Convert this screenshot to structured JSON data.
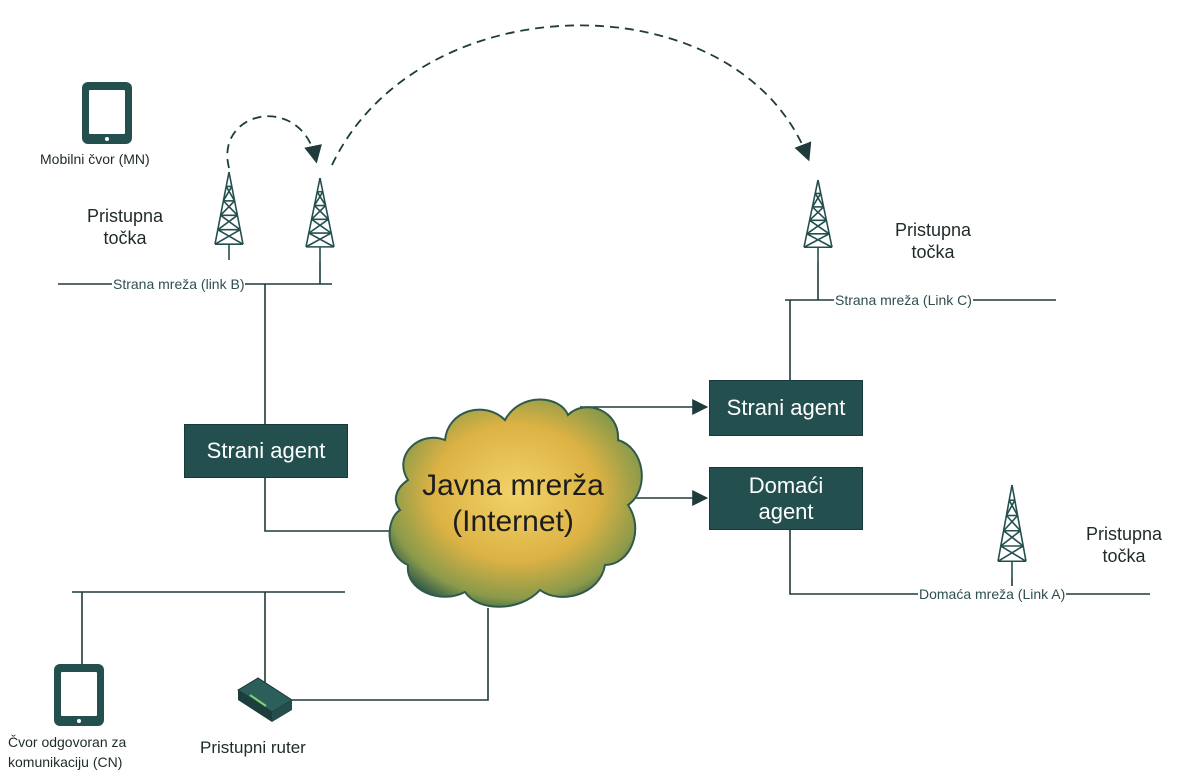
{
  "colors": {
    "box_fill": "#23504f",
    "line": "#1f3b3b",
    "tower": "#23504f",
    "cloud_fill": "#e6b94a",
    "cloud_edge": "#2f5a4a"
  },
  "nodes": {
    "mobile_node": {
      "label": "Mobilni čvor (MN)",
      "icon": "tablet-icon"
    },
    "correspondent_node": {
      "label_line1": "Čvor odgovoran za",
      "label_line2": "komunikaciju (CN)",
      "icon": "tablet-icon"
    },
    "access_router": {
      "label": "Pristupni ruter",
      "icon": "router-icon"
    }
  },
  "access_points": {
    "left": {
      "line1": "Pristupna",
      "line2": "točka"
    },
    "right_top": {
      "line1": "Pristupna",
      "line2": "točka"
    },
    "right_bottom": {
      "line1": "Pristupna",
      "line2": "točka"
    }
  },
  "links": {
    "link_b": "Strana mreža (link B)",
    "link_c": "Strana mreža (Link C)",
    "link_a": "Domaća mreža (Link A)"
  },
  "agents": {
    "foreign_left": "Strani agent",
    "foreign_right": "Strani agent",
    "home_line1": "Domaći",
    "home_line2": "agent"
  },
  "cloud": {
    "line1": "Javna mrerža",
    "line2": "(Internet)"
  }
}
